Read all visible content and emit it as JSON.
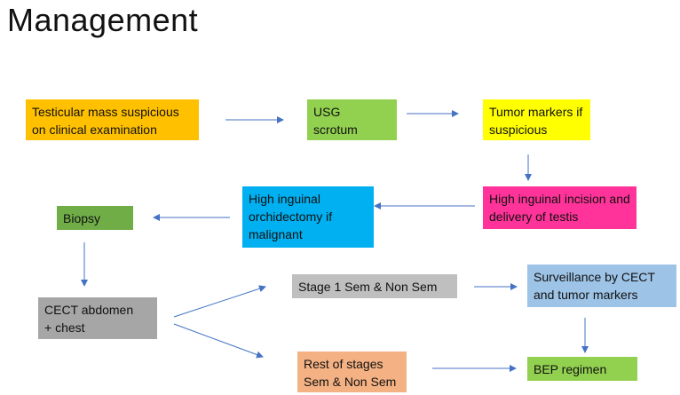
{
  "title": "Management",
  "boxes": {
    "testicular_mass": {
      "text": "Testicular mass suspicious on clinical examination",
      "color": "#ffc000"
    },
    "usg_scrotum": {
      "text": "USG scrotum",
      "color": "#92d050"
    },
    "tumor_markers": {
      "text": "Tumor markers if suspicious",
      "color": "#ffff00"
    },
    "high_inguinal_incision": {
      "text": "High inguinal incision and delivery of testis",
      "color": "#ff3399"
    },
    "orchidectomy": {
      "text": "High inguinal orchidectomy if malignant",
      "color": "#00b0f0"
    },
    "biopsy": {
      "text": "Biopsy",
      "color": "#70ad47"
    },
    "cect": {
      "text": "CECT abdomen + chest",
      "color": "#a6a6a6"
    },
    "stage1": {
      "text": "Stage 1 Sem & Non Sem",
      "color": "#bfbfbf"
    },
    "surveillance": {
      "text": "Surveillance by CECT and tumor markers",
      "color": "#9dc3e6"
    },
    "rest_stages": {
      "text": "Rest of stages Sem & Non Sem",
      "color": "#f4b183"
    },
    "bep": {
      "text": "BEP regimen",
      "color": "#92d050"
    }
  },
  "arrow_color": "#4472c4"
}
